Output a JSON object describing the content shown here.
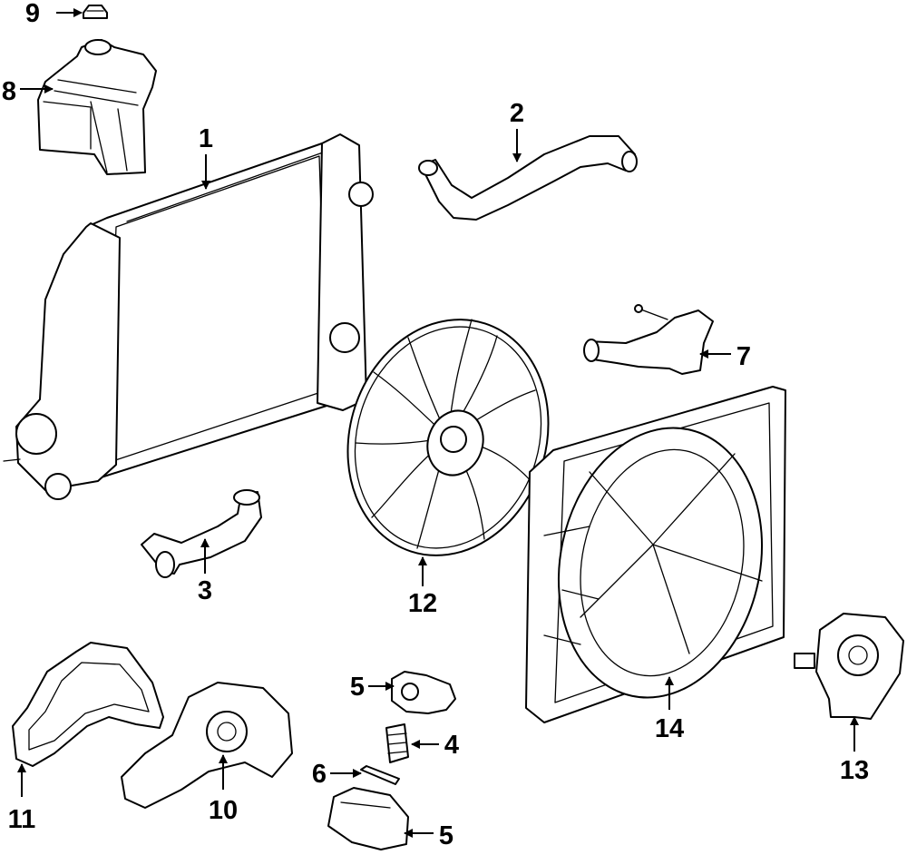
{
  "callouts": {
    "c1": "1",
    "c2": "2",
    "c3": "3",
    "c4": "4",
    "c5_upper": "5",
    "c5_lower": "5",
    "c6": "6",
    "c7": "7",
    "c8": "8",
    "c9": "9",
    "c10": "10",
    "c11": "11",
    "c12": "12",
    "c13": "13",
    "c14": "14"
  },
  "colors": {
    "line": "#000000",
    "background": "#ffffff"
  }
}
